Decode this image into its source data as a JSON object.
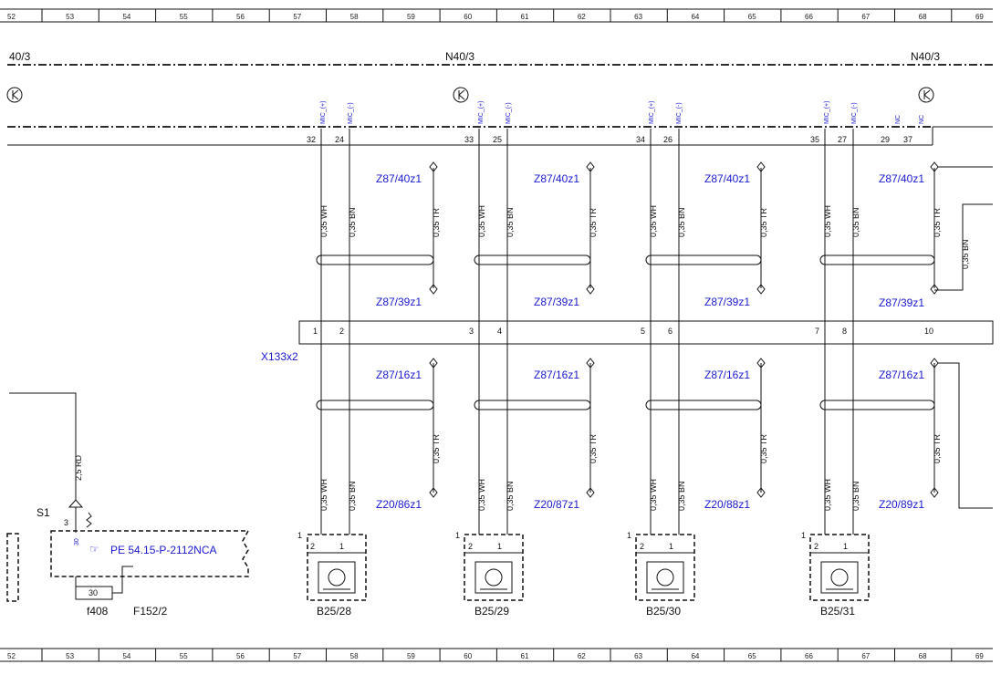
{
  "ruler": [
    "52",
    "53",
    "54",
    "55",
    "56",
    "57",
    "58",
    "59",
    "60",
    "61",
    "62",
    "63",
    "64",
    "65",
    "66",
    "67",
    "68",
    "69"
  ],
  "headers": {
    "left": "40/3",
    "mid": "N40/3",
    "right": "N40/3"
  },
  "mic_labels": [
    "MIC_(+)",
    "MIC_(-)",
    "MIC_(+)",
    "MIC_(-)",
    "MIC_(+)",
    "MIC_(-)",
    "MIC_(+)",
    "MIC_(-)",
    "NC",
    "NC"
  ],
  "top_pins": [
    "32",
    "24",
    "33",
    "25",
    "34",
    "26",
    "35",
    "27",
    "29",
    "37"
  ],
  "mid_pins": [
    "1",
    "2",
    "3",
    "4",
    "5",
    "6",
    "7",
    "8",
    "10"
  ],
  "connector_label": "X133x2",
  "groups": [
    {
      "z_top": "Z87/40z1",
      "z_mid_a": "Z87/39z1",
      "z_mid_b": "Z87/16z1",
      "z_bot": "Z20/86z1",
      "component": "B25/28"
    },
    {
      "z_top": "Z87/40z1",
      "z_mid_a": "Z87/39z1",
      "z_mid_b": "Z87/16z1",
      "z_bot": "Z20/87z1",
      "component": "B25/29"
    },
    {
      "z_top": "Z87/40z1",
      "z_mid_a": "Z87/39z1",
      "z_mid_b": "Z87/16z1",
      "z_bot": "Z20/88z1",
      "component": "B25/30"
    },
    {
      "z_top": "Z87/40z1",
      "z_mid_a": "Z87/39z1",
      "z_mid_b": "Z87/16z1",
      "z_bot": "Z20/89z1",
      "component": "B25/31"
    }
  ],
  "wire_labels": {
    "wh": "0,35 WH",
    "bn": "0,35 BN",
    "tr": "0,35 TR",
    "rd": "2,5 RD"
  },
  "mic_pins": {
    "one": "1",
    "two": "2",
    "left": "1"
  },
  "fuse": {
    "s1": "S1",
    "pin3": "3",
    "pin30": "30",
    "ref": "PE 54.15-P-2112NCA",
    "fuse_value": "30",
    "f408": "f408",
    "f152": "F152/2"
  },
  "colors": {
    "ref_blue": "#1a1ad0",
    "line": "#111111"
  }
}
